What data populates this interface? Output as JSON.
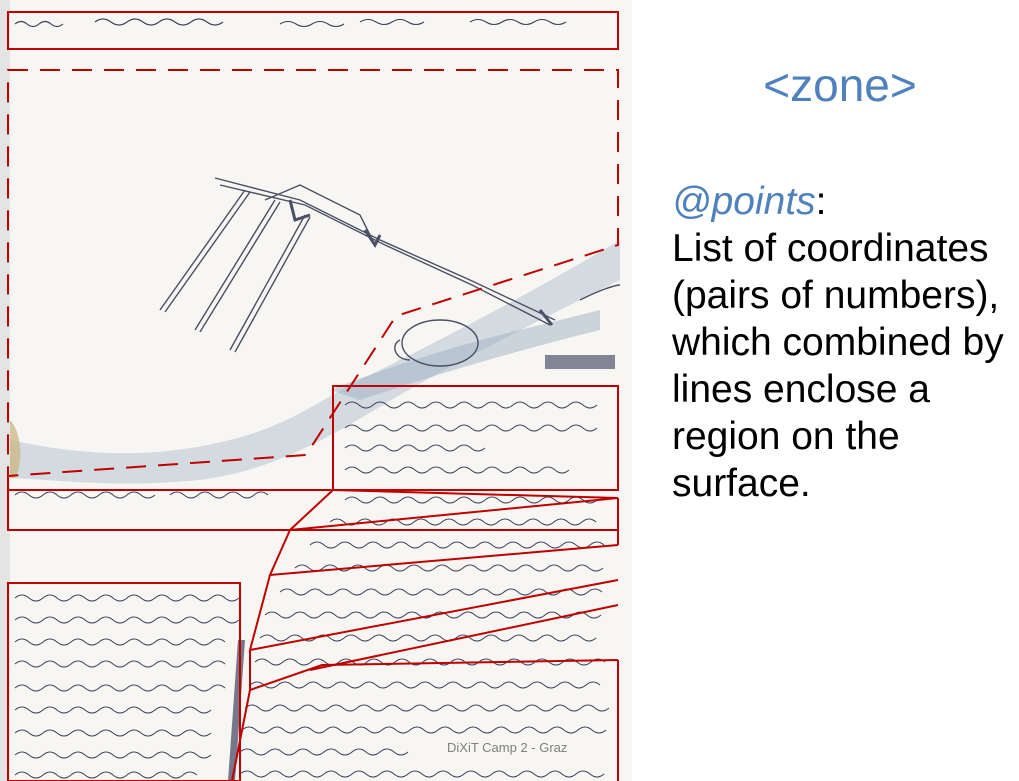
{
  "slide": {
    "title": "<zone>",
    "attribute_name": "@points",
    "colon": ":",
    "description": "List of coordinates (pairs of numbers), which combined by lines enclose a region on the surface.",
    "footer": "DiXiT Camp 2 - Graz"
  },
  "colors": {
    "accent": "#4f81bd",
    "zone_outline": "#c00000",
    "ink": "#3a3f5c"
  }
}
